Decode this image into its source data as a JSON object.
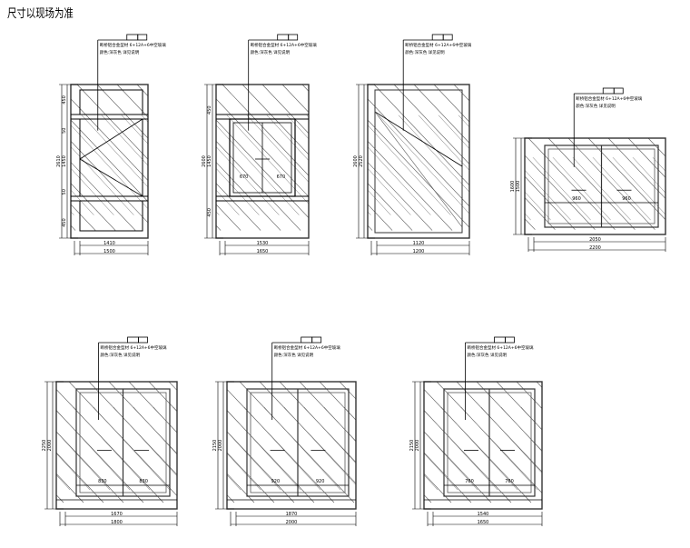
{
  "title": "尺寸以现场为准",
  "elevations": [
    {
      "id": "w1",
      "note": [
        "断桥铝合金型材 6+12A+6中空玻璃",
        "颜色:深灰色 详见说明"
      ],
      "width_inner": "1410",
      "width_outer": "1500",
      "height_total": "2610",
      "heights": [
        "450",
        "50",
        "1450",
        "50",
        "450"
      ],
      "leaf_labels": []
    },
    {
      "id": "w2",
      "note": [
        "断桥铝合金型材 6+12A+6中空玻璃",
        "颜色:深灰色 详见说明"
      ],
      "width_inner": "1530",
      "width_outer": "1650",
      "height_total": "2600",
      "heights": [
        "450",
        "1450",
        "450"
      ],
      "leaf_labels": [
        "670",
        "670"
      ]
    },
    {
      "id": "w3",
      "note": [
        "断桥铝合金型材 6+12A+6中空玻璃",
        "颜色:深灰色 详见说明"
      ],
      "width_inner": "1120",
      "width_outer": "1200",
      "height_total": "2600",
      "heights": [
        "2520"
      ],
      "leaf_labels": []
    },
    {
      "id": "w4",
      "note": [
        "断桥铝合金型材 6+12A+6中空玻璃",
        "颜色:深灰色 详见说明"
      ],
      "width_inner": "2050",
      "width_outer": "2200",
      "height_total": "1600",
      "heights": [
        "1500"
      ],
      "leaf_labels": [
        "960",
        "960"
      ]
    },
    {
      "id": "d1",
      "note": [
        "断桥铝合金型材 6+12A+6中空玻璃",
        "颜色:深灰色 详见说明"
      ],
      "width_inner": "1670",
      "width_outer": "1800",
      "height_total": "2250",
      "heights": [
        "2000"
      ],
      "leaf_labels": [
        "830",
        "830"
      ]
    },
    {
      "id": "d2",
      "note": [
        "断桥铝合金型材 6+12A+6中空玻璃",
        "颜色:深灰色 详见说明"
      ],
      "width_inner": "1870",
      "width_outer": "2000",
      "height_total": "2150",
      "heights": [
        "2000"
      ],
      "leaf_labels": [
        "920",
        "920"
      ]
    },
    {
      "id": "d3",
      "note": [
        "断桥铝合金型材 6+12A+6中空玻璃",
        "颜色:深灰色 详见说明"
      ],
      "width_inner": "1540",
      "width_outer": "1650",
      "height_total": "2150",
      "heights": [
        "2000"
      ],
      "leaf_labels": [
        "760",
        "760"
      ]
    }
  ]
}
